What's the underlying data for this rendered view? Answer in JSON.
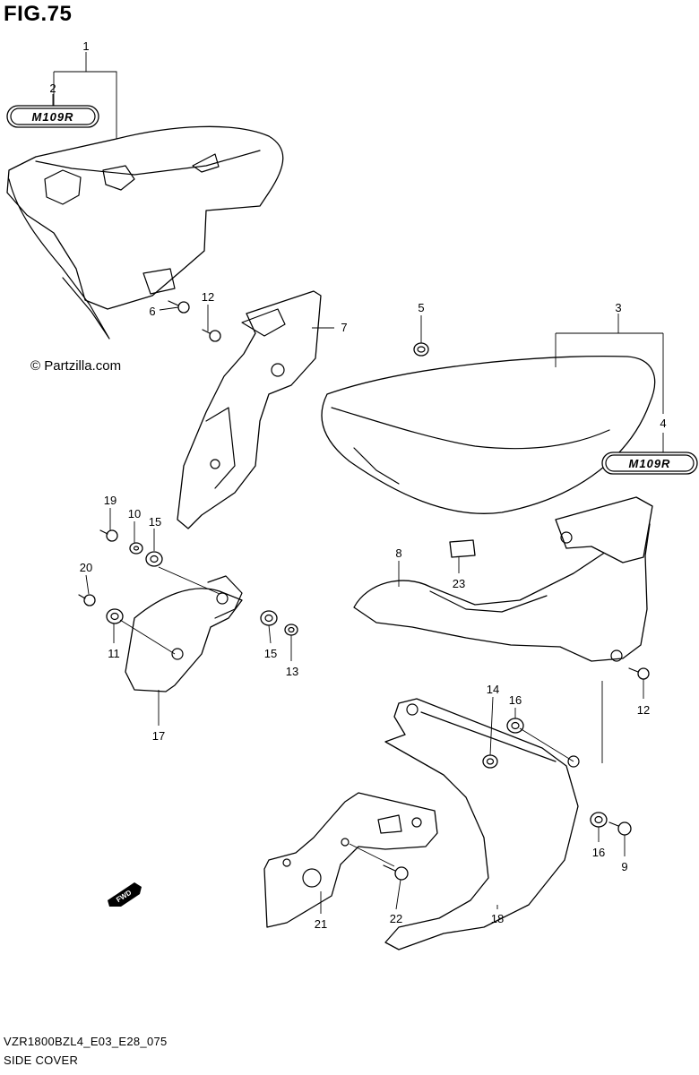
{
  "figure": {
    "title": "FIG.75",
    "copyright": "© Partzilla.com",
    "diagram_code": "VZR1800BZL4_E03_E28_075",
    "section_name": "SIDE COVER"
  },
  "emblem_text": "M109R",
  "fwd_marker": "FWD",
  "callouts": {
    "c1": "1",
    "c2": "2",
    "c3": "3",
    "c4": "4",
    "c5": "5",
    "c6": "6",
    "c7": "7",
    "c8": "8",
    "c9": "9",
    "c10": "10",
    "c11": "11",
    "c12a": "12",
    "c12b": "12",
    "c13": "13",
    "c14": "14",
    "c15a": "15",
    "c15b": "15",
    "c16a": "16",
    "c16b": "16",
    "c17": "17",
    "c18": "18",
    "c19": "19",
    "c20": "20",
    "c21": "21",
    "c22": "22",
    "c23": "23"
  }
}
